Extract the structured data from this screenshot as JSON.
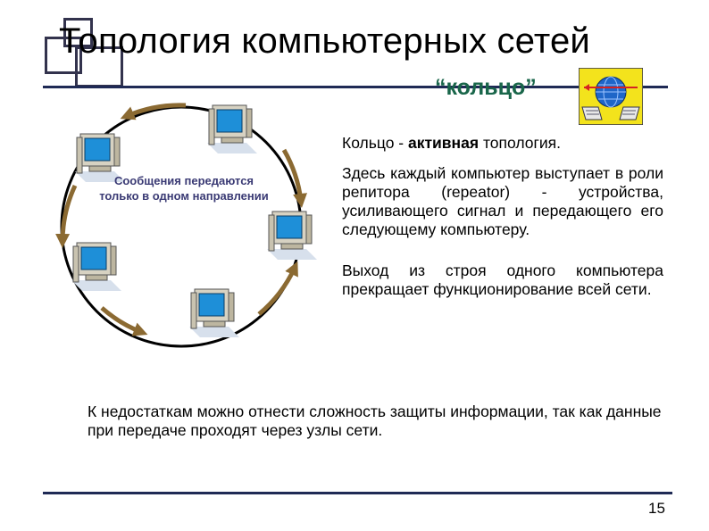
{
  "slide": {
    "title": "Топология компьютерных сетей",
    "subtitle": "“кольцо”",
    "ring_label": "Сообщения передаются только в одном направлении",
    "p1_prefix": "Кольцо - ",
    "p1_bold": "активная",
    "p1_suffix": " топология.",
    "p2": "Здесь каждый компьютер выступает в роли репитора (repeator) - устройства, усиливающего сигнал и передающего его следующему компьютеру.",
    "p3": "Выход из строя одного компьютера прекращает функционирование всей сети.",
    "p4": "К недостаткам можно отнести сложность защиты информации, так как данные при передаче проходят через узлы сети.",
    "page_number": "15"
  },
  "colors": {
    "title_rule": "#1f2a55",
    "subtitle": "#19664a",
    "arrow": "#8b6a32",
    "ring": "#000000",
    "label": "#3a3a74",
    "monitor_screen": "#1e8fd8",
    "computer_body": "#d7d2c2",
    "globe_bg": "#f3e31c"
  },
  "icons": [
    "computer-icon",
    "curved-arrow-icon",
    "network-globe-icon"
  ]
}
